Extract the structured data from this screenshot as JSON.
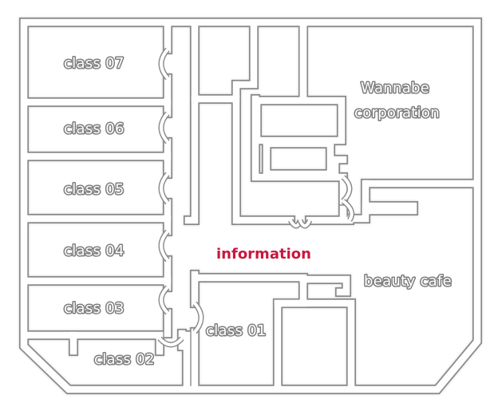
{
  "floor_plan": {
    "colors": {
      "wall_outline": "#8a8a8a",
      "wall_fill": "#ffffff",
      "label_outline": "#7d7d7d",
      "information_accent": "#c8183f"
    },
    "rooms": {
      "class_07": "class 07",
      "class_06": "class 06",
      "class_05": "class 05",
      "class_04": "class 04",
      "class_03": "class 03",
      "class_02": "class 02",
      "class_01": "class 01",
      "wannabe_line1": "Wannabe",
      "wannabe_line2": "corporation",
      "beauty_cafe": "beauty cafe",
      "information": "information"
    }
  }
}
